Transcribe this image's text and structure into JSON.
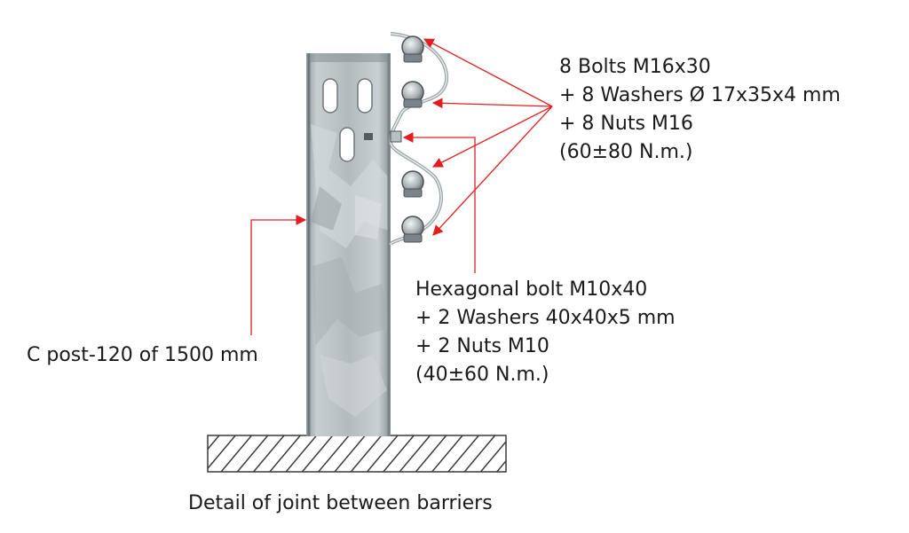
{
  "bolts_note": {
    "line1": "8 Bolts M16x30",
    "line2": "+ 8 Washers Ø 17x35x4 mm",
    "line3": "+ 8 Nuts M16",
    "line4": "(60±80 N.m.)"
  },
  "hexagonal_note": {
    "line1": "Hexagonal bolt M10x40",
    "line2": "+ 2 Washers 40x40x5 mm",
    "line3": "+ 2 Nuts M10",
    "line4": "(40±60 N.m.)"
  },
  "post_note": "C post-120 of 1500 mm",
  "caption": "Detail of joint between barriers",
  "colors": {
    "arrow": "#e02020",
    "steel_light": "#c9d0d2",
    "steel_mid": "#9aa4a8",
    "steel_dark": "#6e777b",
    "ground_hatch": "#3a3a3a"
  }
}
